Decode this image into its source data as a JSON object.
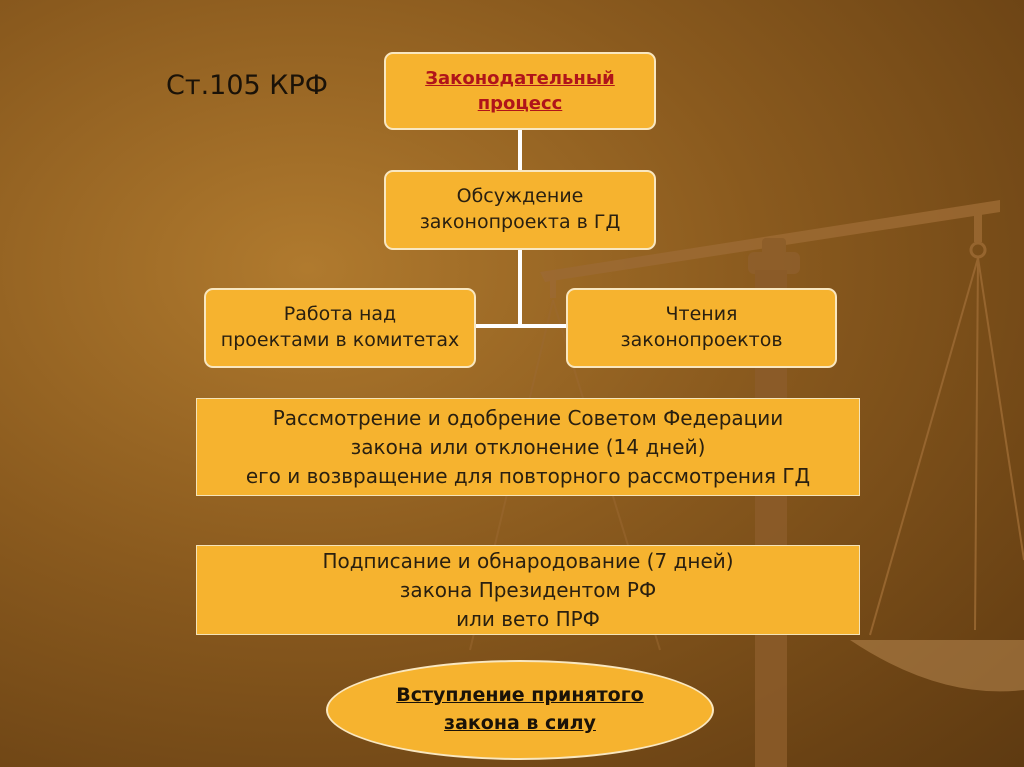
{
  "title": "Ст.105 КРФ",
  "top_box": {
    "line1": "Законодательный",
    "line2": "процесс"
  },
  "discussion": {
    "line1": "Обсуждение",
    "line2": "законопроекта в ГД"
  },
  "committees": {
    "line1": "Работа над",
    "line2": "проектами в комитетах"
  },
  "readings": {
    "line1": "Чтения",
    "line2": "законопроектов"
  },
  "federation_council": {
    "line1": "Рассмотрение и одобрение Советом Федерации",
    "line2": "закона или отклонение (14 дней)",
    "line3": "его и возвращение для повторного рассмотрения ГД"
  },
  "president": {
    "line1": "Подписание и обнародование (7 дней)",
    "line2": "закона Президентом РФ",
    "line3": "или вето ПРФ"
  },
  "entry_into_force": {
    "line1": "Вступление принятого",
    "line2": "закона в силу"
  },
  "colors": {
    "box_fill": "#f6b32f",
    "box_border": "#f9e7c0",
    "accent_red": "#b0141a",
    "background": "#8a5a1e"
  }
}
